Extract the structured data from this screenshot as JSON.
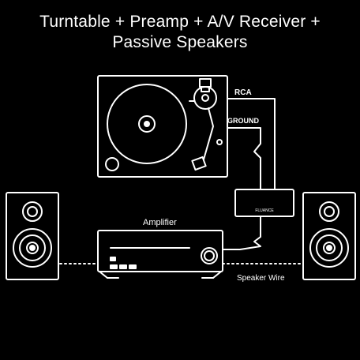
{
  "title": {
    "line1": "Turntable + Preamp + A/V Receiver +",
    "line2": "Passive Speakers"
  },
  "labels": {
    "rca": "RCA",
    "ground": "GROUND",
    "amplifier": "Amplifier",
    "speaker_wire": "Speaker Wire",
    "preamp_brand": "FLUANCE"
  },
  "colors": {
    "background": "#000000",
    "stroke": "#ffffff"
  },
  "icons": [
    "turntable-icon",
    "preamp-icon",
    "amplifier-icon",
    "speaker-icon"
  ]
}
